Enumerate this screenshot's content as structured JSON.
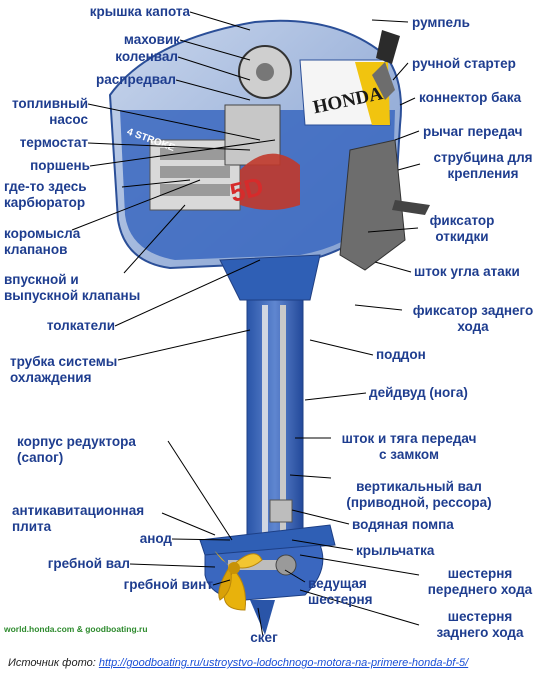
{
  "labels": {
    "hood_cover": "крышка капота",
    "tiller": "румпель",
    "flywheel": "маховик",
    "manual_starter": "ручной стартер",
    "crankshaft": "коленвал",
    "camshaft": "распредвал",
    "tank_connector": "коннектор бака",
    "fuel_pump": "топливный\nнасос",
    "gear_lever": "рычаг передач",
    "thermostat": "термостат",
    "mount_clamp": "струбцина для\nкрепления",
    "piston": "поршень",
    "carburetor": "где-то здесь\nкарбюратор",
    "tilt_lock": "фиксатор\nоткидки",
    "rocker_arms": "коромысла\nклапанов",
    "trim_rod": "шток угла атаки",
    "valves": "впускной и\nвыпускной клапаны",
    "reverse_lock": "фиксатор заднего\nхода",
    "pushrods": "толкатели",
    "oil_pan": "поддон",
    "cooling_tube": "трубка системы\nохлаждения",
    "leg": "дейдвуд (нога)",
    "gearbox_housing": "корпус редуктора\n(сапог)",
    "shift_rod": "шток и тяга передач\nс замком",
    "vertical_shaft": "вертикальный вал\n(приводной, рессора)",
    "anticavitation_plate": "антикавитационная\nплита",
    "water_pump": "водяная помпа",
    "anode": "анод",
    "impeller": "крыльчатка",
    "propeller_shaft": "гребной вал",
    "forward_gear": "шестерня\nпереднего хода",
    "propeller": "гребной винт",
    "drive_gear": "ведущая\nшестерня",
    "skeg": "скег",
    "reverse_gear": "шестерня\nзаднего хода"
  },
  "branding": {
    "brand": "HONDA",
    "four_stroke": "4 STROKE",
    "model": "5D"
  },
  "credit": "world.honda.com  &  goodboating.ru",
  "source": {
    "prefix": "Источник фото: ",
    "url": "http://goodboating.ru/ustroystvo-lodochnogo-motora-na-primere-honda-bf-5/"
  },
  "colors": {
    "label_text": "#1e3d8f",
    "engine_blue": "#2f5fb5",
    "leader_line": "#000000",
    "propeller": "#e8b20c",
    "credit_text": "#2e8b2e"
  }
}
